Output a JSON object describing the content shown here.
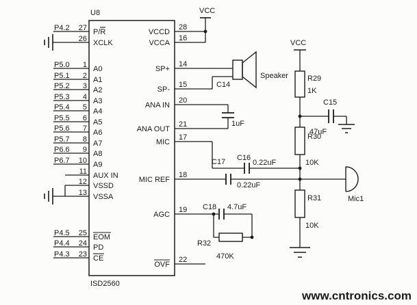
{
  "colors": {
    "background": "#fcfcfb",
    "ink": "#1b1b1b",
    "watermark_green": "#55c155"
  },
  "watermark": {
    "text": "www.cntronics.com"
  },
  "power": {
    "vcc_top": "VCC",
    "vcc_right": "VCC"
  },
  "chip": {
    "ref": "U8",
    "part": "ISD2560",
    "left_pins": [
      {
        "net": "P4.2",
        "num": "27",
        "name": "P/R",
        "overline": "R"
      },
      {
        "net": "",
        "num": "26",
        "name": "XCLK",
        "gnd": true
      },
      {
        "net": "P5.0",
        "num": "1",
        "name": "A0"
      },
      {
        "net": "P5.1",
        "num": "2",
        "name": "A1"
      },
      {
        "net": "P5.2",
        "num": "3",
        "name": "A2"
      },
      {
        "net": "P5.3",
        "num": "4",
        "name": "A3"
      },
      {
        "net": "P5.4",
        "num": "5",
        "name": "A4"
      },
      {
        "net": "P5.5",
        "num": "6",
        "name": "A5"
      },
      {
        "net": "P5.6",
        "num": "7",
        "name": "A6"
      },
      {
        "net": "P5.7",
        "num": "8",
        "name": "A7"
      },
      {
        "net": "P6.6",
        "num": "9",
        "name": "A8"
      },
      {
        "net": "P6.7",
        "num": "10",
        "name": "A9"
      },
      {
        "net": "",
        "num": "11",
        "name": "AUX IN"
      },
      {
        "net": "",
        "num": "12",
        "name": "VSSD"
      },
      {
        "net": "",
        "num": "13",
        "name": "VSSA",
        "gnd": true
      },
      {
        "net": "P4.5",
        "num": "25",
        "name": "EOM",
        "overline": "EOM"
      },
      {
        "net": "P4.4",
        "num": "24",
        "name": "PD"
      },
      {
        "net": "P4.3",
        "num": "23",
        "name": "CE",
        "overline": "CE"
      }
    ],
    "right_pins": [
      {
        "num": "28",
        "name": "VCCD"
      },
      {
        "num": "16",
        "name": "VCCA"
      },
      {
        "num": "14",
        "name": "SP+"
      },
      {
        "num": "15",
        "name": "SP-"
      },
      {
        "num": "20",
        "name": "ANA IN"
      },
      {
        "num": "21",
        "name": "ANA OUT"
      },
      {
        "num": "17",
        "name": "MIC"
      },
      {
        "num": "18",
        "name": "MIC REF"
      },
      {
        "num": "19",
        "name": "AGC"
      },
      {
        "num": "22",
        "name": "OVF",
        "overline": "OVF"
      }
    ]
  },
  "components": {
    "speaker": {
      "label": "Speaker"
    },
    "mic": {
      "label": "Mic1"
    },
    "c14": {
      "ref": "C14",
      "value": "1uF"
    },
    "c15": {
      "ref": "C15",
      "value": "47uF"
    },
    "c16": {
      "ref": "C16",
      "value": "0.22uF"
    },
    "c17": {
      "ref": "C17",
      "value": "0.22uF"
    },
    "c18": {
      "ref": "C18",
      "value": "4.7uF"
    },
    "r29": {
      "ref": "R29",
      "value": "1K"
    },
    "r30": {
      "ref": "R30",
      "value": "10K"
    },
    "r31": {
      "ref": "R31",
      "value": "10K"
    },
    "r32": {
      "ref": "R32",
      "value": "470K"
    }
  }
}
